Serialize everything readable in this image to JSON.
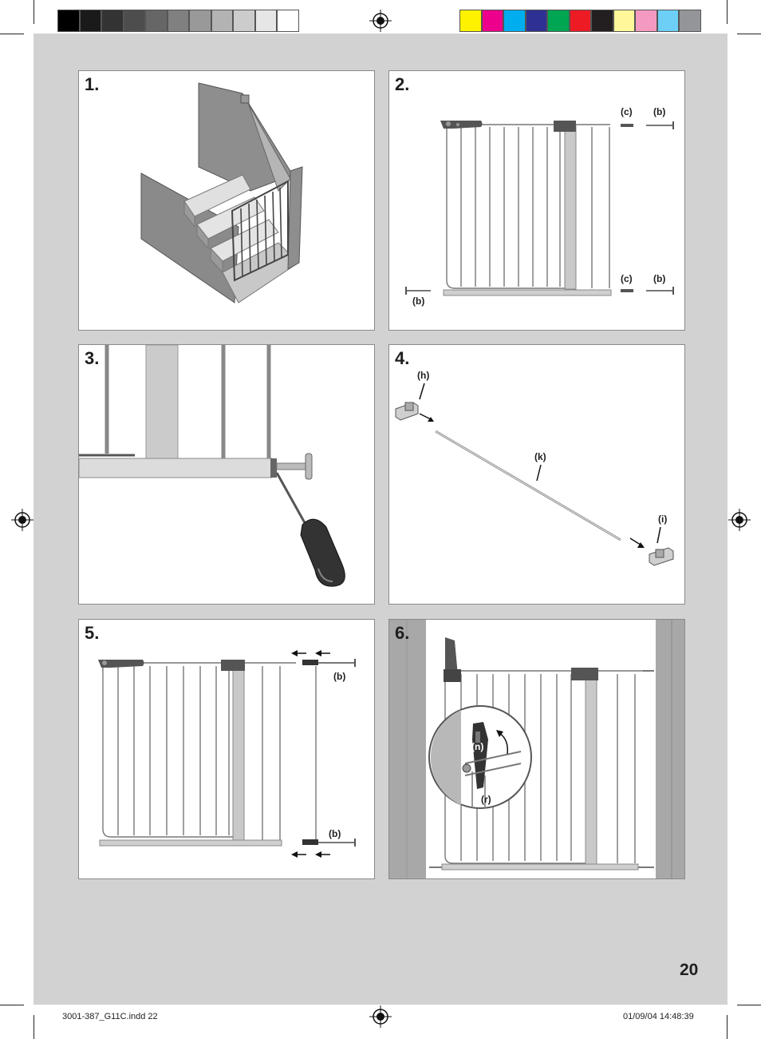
{
  "color_bar": {
    "grays": [
      "#000000",
      "#1a1a1a",
      "#333333",
      "#4d4d4d",
      "#666666",
      "#808080",
      "#999999",
      "#b3b3b3",
      "#cccccc",
      "#e6e6e6",
      "#ffffff"
    ],
    "colors": [
      "#fff200",
      "#ec008c",
      "#00aeef",
      "#2e3192",
      "#00a651",
      "#ed1c24",
      "#231f20",
      "#fff799",
      "#f49ac1",
      "#6dcff6",
      "#939598"
    ]
  },
  "steps": [
    {
      "number": "1.",
      "labels": []
    },
    {
      "number": "2.",
      "labels": [
        "(c)",
        "(b)",
        "(c)",
        "(b)",
        "(b)"
      ]
    },
    {
      "number": "3.",
      "labels": []
    },
    {
      "number": "4.",
      "labels": [
        "(h)",
        "(k)",
        "(i)"
      ]
    },
    {
      "number": "5.",
      "labels": [
        "(b)",
        "(b)"
      ]
    },
    {
      "number": "6.",
      "labels": [
        "(n)",
        "(r)"
      ]
    }
  ],
  "page_number": "20",
  "slug": {
    "file": "3001-387_G11C.indd   22",
    "datetime": "01/09/04   14:48:39"
  },
  "icons": {
    "registration": "registration-mark-icon"
  }
}
